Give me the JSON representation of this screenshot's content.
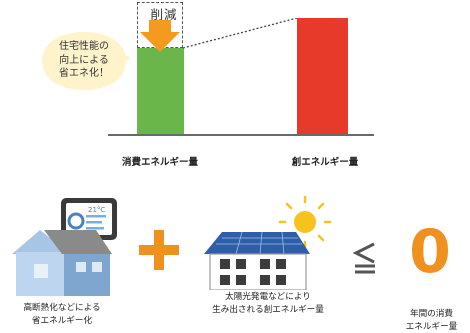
{
  "diagram": {
    "reduction_label": "削減",
    "bubble_lines": [
      "住宅性能の",
      "向上による",
      "省エネ化！"
    ],
    "consumed_label": "消費エネルギー量",
    "created_label": "創エネルギー量"
  },
  "equation": {
    "left_caption_lines": [
      "高断熱化などによる",
      "省エネルギー化"
    ],
    "middle_caption_lines": [
      "太陽光発電などにより",
      "生み出される創エネルギー量"
    ],
    "right_caption_lines": [
      "年間の消費",
      "エネルギー量"
    ],
    "operator_plus": "+",
    "operator_leq": "≦",
    "result_value": "0",
    "thermostat_reading": "21°C"
  },
  "colors": {
    "consumed_bar": "#6ab64a",
    "created_bar": "#e83a2a",
    "accent_orange": "#f0901e",
    "bubble_fill": "#fff3cc",
    "house_blue": "#7fa6cf",
    "solar_panel": "#2f5ea8",
    "sun": "#f6c21c"
  }
}
